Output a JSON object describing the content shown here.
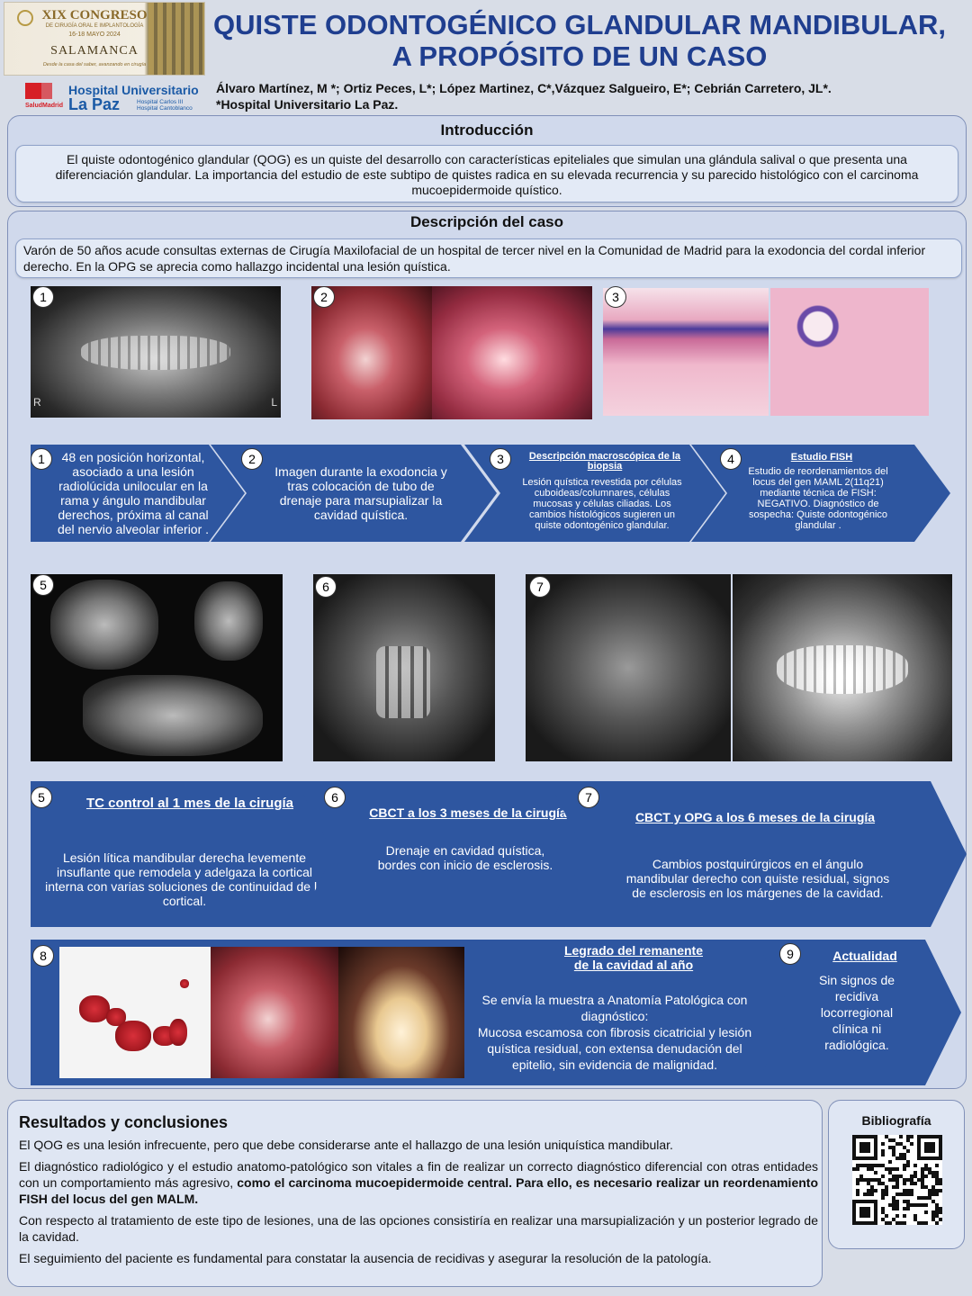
{
  "header": {
    "congress": {
      "line1": "XIX CONGRESO",
      "line2": "DE CIRUGÍA ORAL E IMPLANTOLOGÍA",
      "dates": "16-18 MAYO 2024",
      "city": "SALAMANCA",
      "motto": "Desde la casa del saber, avanzando en cirugía"
    },
    "hospital": {
      "brand": "SaludMadrid",
      "name_line1": "Hospital Universitario",
      "name_line2": "La Paz",
      "sub_line1": "Hospital Carlos III",
      "sub_line2": "Hospital Cantoblanco"
    },
    "title_line1": "QUISTE ODONTOGÉNICO GLANDULAR MANDIBULAR,",
    "title_line2": "A PROPÓSITO DE UN CASO",
    "authors_line1": "Álvaro Martínez, M *; Ortiz Peces, L*; López Martinez, C*,Vázquez Salgueiro, E*; Cebrián Carretero, JL*.",
    "authors_line2": "*Hospital Universitario La Paz."
  },
  "intro": {
    "title": "Introducción",
    "text": "El quiste odontogénico glandular (QOG) es un quiste del desarrollo con características epiteliales que simulan una glándula salival o que presenta una diferenciación glandular. La importancia del estudio de este subtipo de quistes radica en su elevada recurrencia y su parecido histológico con el carcinoma mucoepidermoide quístico."
  },
  "case": {
    "title": "Descripción del caso",
    "text": "Varón de 50 años acude consultas externas de Cirugía Maxilofacial de un hospital de tercer nivel en la Comunidad de Madrid para la exodoncia del cordal inferior derecho. En la OPG se aprecia como hallazgo incidental una lesión quística.",
    "image_numbers": [
      "1",
      "2",
      "3",
      "5",
      "6",
      "7",
      "8"
    ],
    "xray_marks": {
      "r": "R",
      "l": "L"
    },
    "row1": [
      {
        "num": "1",
        "title": "",
        "text": "48 en posición horizontal, asociado a una lesión radiolúcida unilocular en la rama y ángulo mandibular derechos, próxima al canal del nervio alveolar inferior ."
      },
      {
        "num": "2",
        "title": "",
        "text": "Imagen durante la exodoncia y tras colocación de tubo de drenaje para marsupializar la cavidad quística."
      },
      {
        "num": "3",
        "title": "Descripción macroscópica de la biopsia",
        "text": "Lesión quística revestida por células cuboideas/columnares, células mucosas y células ciliadas. Los cambios histológicos sugieren un quiste odontogénico glandular."
      },
      {
        "num": "4",
        "title": "Estudio FISH",
        "text": "Estudio de reordenamientos del locus del gen MAML 2(11q21) mediante técnica de FISH: NEGATIVO. Diagnóstico de sospecha: Quiste odontogénico glandular ."
      }
    ],
    "row2": [
      {
        "num": "5",
        "title": "TC control al 1 mes de la cirugía",
        "text": "Lesión lítica mandibular derecha levemente insuflante que remodela y adelgaza la cortical interna con varias soluciones de continuidad de la cortical."
      },
      {
        "num": "6",
        "title": "CBCT a los 3 meses de la cirugía",
        "text": "Drenaje en cavidad quística, bordes con inicio de esclerosis."
      },
      {
        "num": "7",
        "title": "CBCT y OPG a los 6 meses de la cirugía",
        "text": "Cambios postquirúrgicos en el ángulo mandibular derecho con quiste residual, signos de esclerosis en los márgenes de la cavidad."
      }
    ],
    "row3": [
      {
        "title_line1": "Legrado del remanente",
        "title_line2": "de la cavidad al año",
        "text": "Se envía la muestra a Anatomía  Patológica con diagnóstico:\nMucosa escamosa con fibrosis cicatricial y lesión quística residual, con extensa denudación del epitelio, sin evidencia de malignidad."
      },
      {
        "num": "9",
        "title": "Actualidad",
        "text": "Sin signos de recidiva locorregional clínica ni radiológica."
      }
    ]
  },
  "results": {
    "title": "Resultados y conclusiones",
    "p1": "El QOG es una lesión infrecuente, pero que debe considerarse ante el hallazgo de una lesión uniquística mandibular.",
    "p2_normal": "El diagnóstico radiológico y el estudio anatomo-patológico son vitales a fin de realizar un correcto diagnóstico diferencial con otras entidades con un comportamiento más agresivo, ",
    "p2_bold": "como el carcinoma mucoepidermoide central. Para ello, es necesario realizar un reordenamiento FISH del locus del gen MALM.",
    "p3": "Con respecto al tratamiento de este tipo de lesiones, una de las opciones consistiría en realizar una marsupialización y un posterior legrado de la cavidad.",
    "p4": "El seguimiento del paciente es fundamental para constatar la ausencia de recidivas y asegurar la resolución de la patología."
  },
  "bibliography": {
    "title": "Bibliografía"
  }
}
